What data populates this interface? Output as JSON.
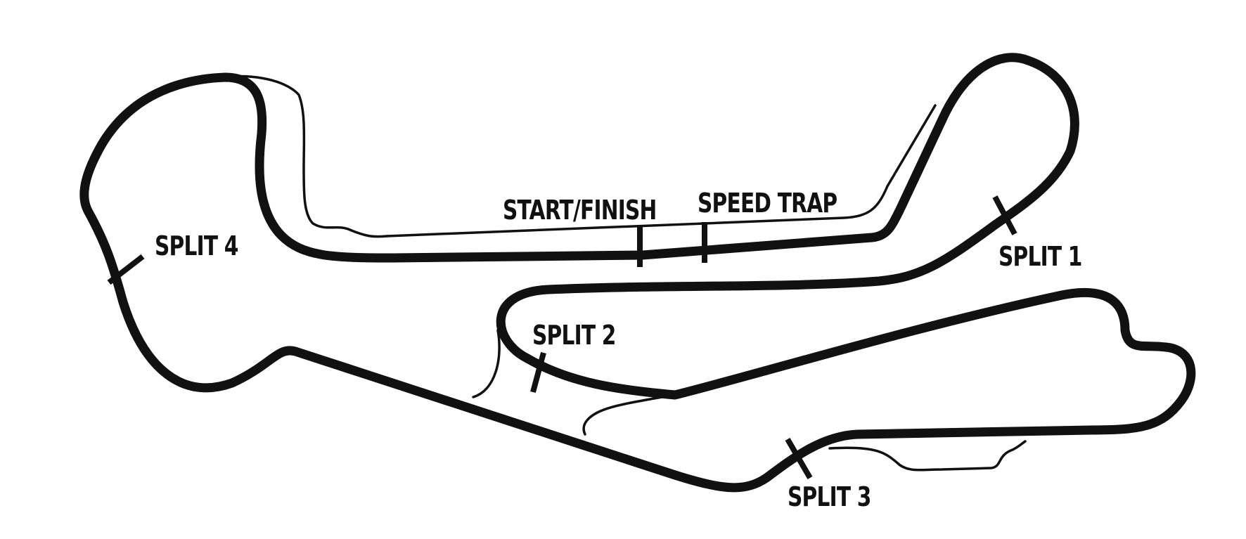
{
  "colors": {
    "track": "#111111",
    "labels": "#111111",
    "background": "#ffffff"
  },
  "labels": {
    "start_finish": "START/FINISH",
    "speed_trap": "SPEED TRAP",
    "split_1": "SPLIT 1",
    "split_2": "SPLIT 2",
    "split_3": "SPLIT 3",
    "split_4": "SPLIT 4"
  }
}
